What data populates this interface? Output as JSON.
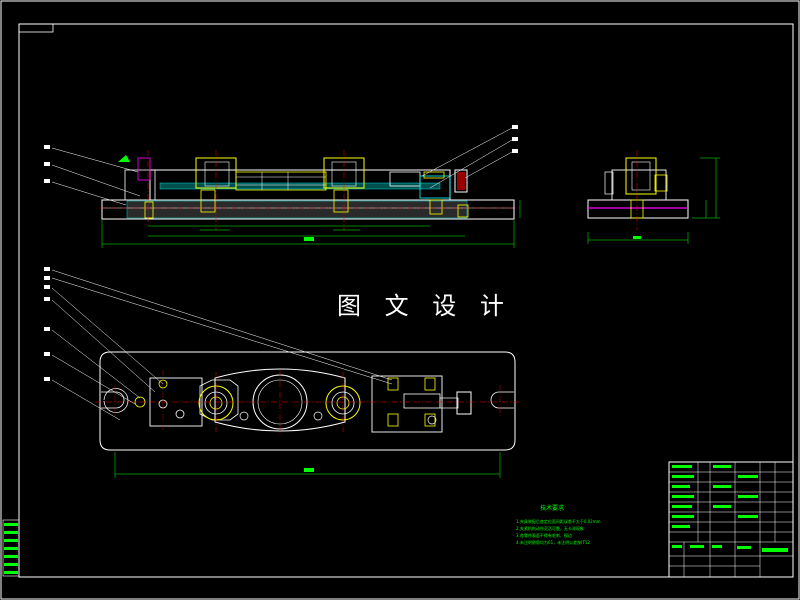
{
  "drawing": {
    "watermark": "图 文 设 计",
    "colors": {
      "background": "#000000",
      "outline": "#ffffff",
      "part": "#ffff00",
      "section": "#00ffff",
      "dimension": "#00ff00",
      "centerline": "#ff0000",
      "bolt": "#ff00ff"
    },
    "views": [
      "front-view",
      "side-view",
      "top-view"
    ]
  },
  "technical_notes": {
    "title": "技术要求",
    "items": [
      "1.夹具装配后各定位面间距误差不大于0.02mm",
      "2.夹紧机构动作灵活可靠，无卡滞现象",
      "3.各零件表面不得有毛刺、锐边",
      "4.未注明倒角均为C1，未注明公差按IT12"
    ]
  }
}
